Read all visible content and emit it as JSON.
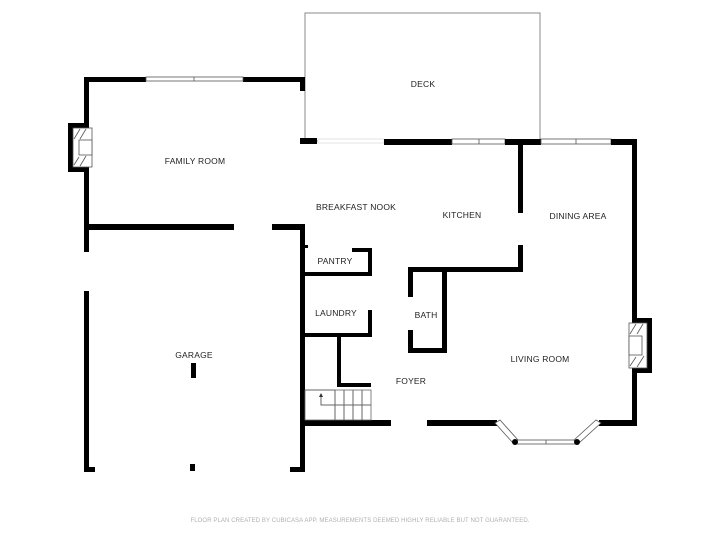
{
  "floorplan": {
    "rooms": [
      {
        "id": "deck",
        "label": "DECK"
      },
      {
        "id": "family-room",
        "label": "FAMILY ROOM"
      },
      {
        "id": "breakfast-nook",
        "label": "BREAKFAST NOOK"
      },
      {
        "id": "kitchen",
        "label": "KITCHEN"
      },
      {
        "id": "dining-area",
        "label": "DINING AREA"
      },
      {
        "id": "pantry",
        "label": "PANTRY"
      },
      {
        "id": "laundry",
        "label": "LAUNDRY"
      },
      {
        "id": "bath",
        "label": "BATH"
      },
      {
        "id": "garage",
        "label": "GARAGE"
      },
      {
        "id": "living-room",
        "label": "LIVING ROOM"
      },
      {
        "id": "foyer",
        "label": "FOYER"
      }
    ],
    "footer": "FLOOR PLAN CREATED BY CUBICASA APP. MEASUREMENTS DEEMED HIGHLY RELIABLE BUT NOT GUARANTEED."
  }
}
